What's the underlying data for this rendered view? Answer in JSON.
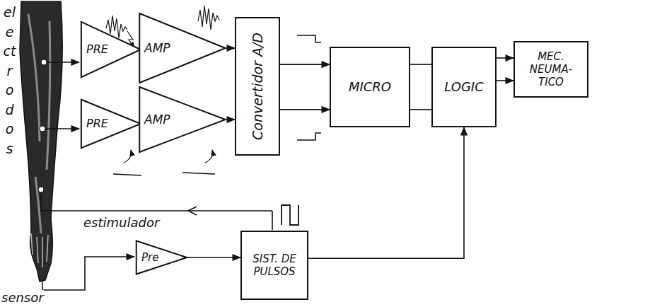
{
  "diagram": {
    "nodes": [
      {
        "text": [
          "PRE"
        ]
      },
      {
        "text": [
          "AMP"
        ]
      },
      {
        "text": [
          "PRE"
        ]
      },
      {
        "text": [
          "AMP"
        ]
      },
      {
        "text": [
          "Convertidor A/D"
        ]
      },
      {
        "text": [
          "MICRO"
        ]
      },
      {
        "text": [
          "LOGIC"
        ]
      },
      {
        "text": [
          "MEC. NEUMA- TICO"
        ]
      },
      {
        "text": [
          "Pre"
        ]
      },
      {
        "text": [
          "SIST. DE PULSOS"
        ]
      }
    ],
    "edges": [
      {
        "from": 0,
        "to": 1,
        "arrow": "to"
      },
      {
        "from": 1,
        "to": 4,
        "arrow": "to"
      },
      {
        "from": 2,
        "to": 3,
        "arrow": "to"
      },
      {
        "from": 3,
        "to": 4,
        "arrow": "to"
      },
      {
        "from": 4,
        "to": 5,
        "arrow": "to"
      },
      {
        "from": 4,
        "to": 5,
        "arrow": "to"
      },
      {
        "from": 5,
        "to": 6,
        "arrow": "none"
      },
      {
        "from": 5,
        "to": 6,
        "arrow": "none"
      },
      {
        "from": 6,
        "to": 7,
        "arrow": "to"
      },
      {
        "from": 6,
        "to": 7,
        "arrow": "to"
      },
      {
        "from": 8,
        "to": 9,
        "arrow": "to"
      },
      {
        "from": 9,
        "to": 6,
        "arrow": "to"
      }
    ],
    "labels": [
      "electrodos",
      "estimulador",
      "sensor"
    ]
  }
}
